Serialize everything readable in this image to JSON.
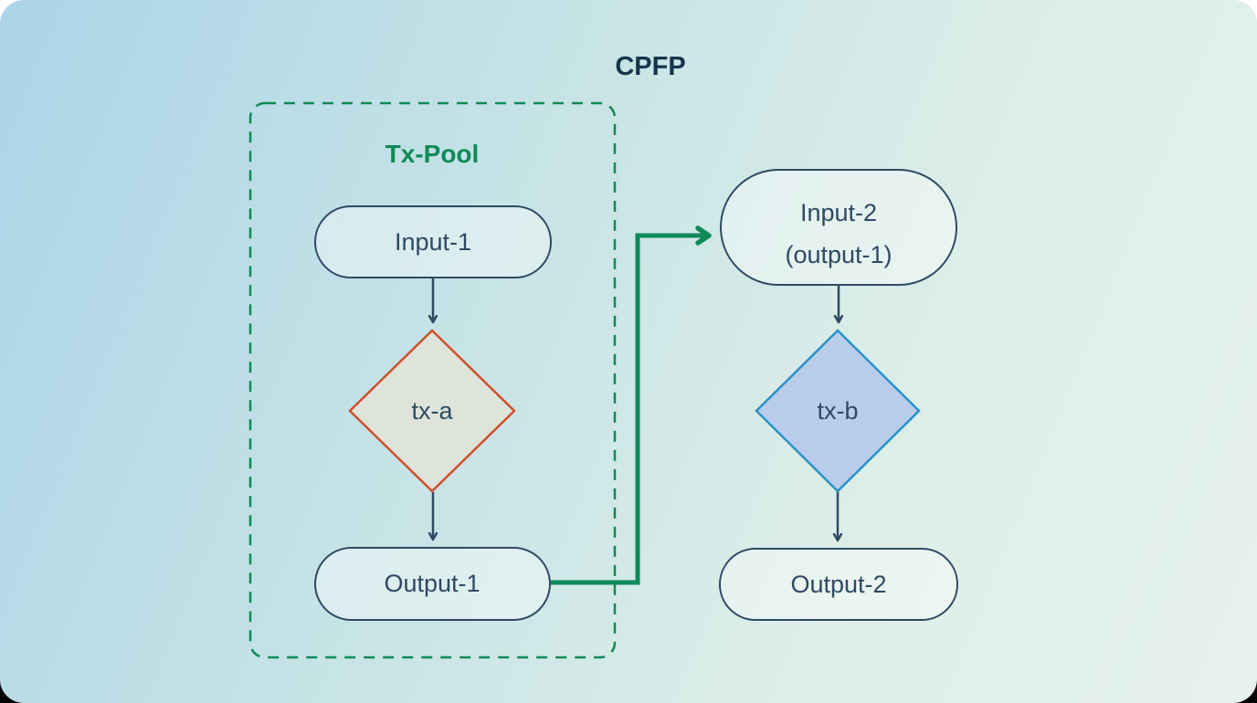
{
  "title": "CPFP",
  "pool": {
    "label": "Tx-Pool"
  },
  "nodes": {
    "input1": {
      "label": "Input-1",
      "shape": "stadium"
    },
    "txa": {
      "label": "tx-a",
      "shape": "diamond"
    },
    "output1": {
      "label": "Output-1",
      "shape": "stadium"
    },
    "input2": {
      "line1": "Input-2",
      "line2": "(output-1)",
      "shape": "stadium"
    },
    "txb": {
      "label": "tx-b",
      "shape": "diamond"
    },
    "output2": {
      "label": "Output-2",
      "shape": "stadium"
    }
  },
  "edges": [
    {
      "from": "Input-1",
      "to": "tx-a",
      "style": "solid",
      "color": "#2e4a63"
    },
    {
      "from": "tx-a",
      "to": "Output-1",
      "style": "solid",
      "color": "#2e4a63"
    },
    {
      "from": "Output-1",
      "to": "Input-2 (output-1)",
      "style": "elbow-solid",
      "color": "#0f8a57"
    },
    {
      "from": "Input-2 (output-1)",
      "to": "tx-b",
      "style": "solid",
      "color": "#2e4a63"
    },
    {
      "from": "tx-b",
      "to": "Output-2",
      "style": "solid",
      "color": "#2e4a63"
    }
  ],
  "colors": {
    "title_text": "#18344d",
    "node_border": "#2e4a63",
    "node_text": "#2e4a63",
    "pool_green": "#0f8a57",
    "txa_border": "#cf4f2c",
    "txa_fill": "#dee4da",
    "txb_border": "#2a92c8",
    "txb_fill": "#b9cdea",
    "bg_gradient_start": "#abd5e7",
    "bg_gradient_end": "#e6f2ec"
  }
}
